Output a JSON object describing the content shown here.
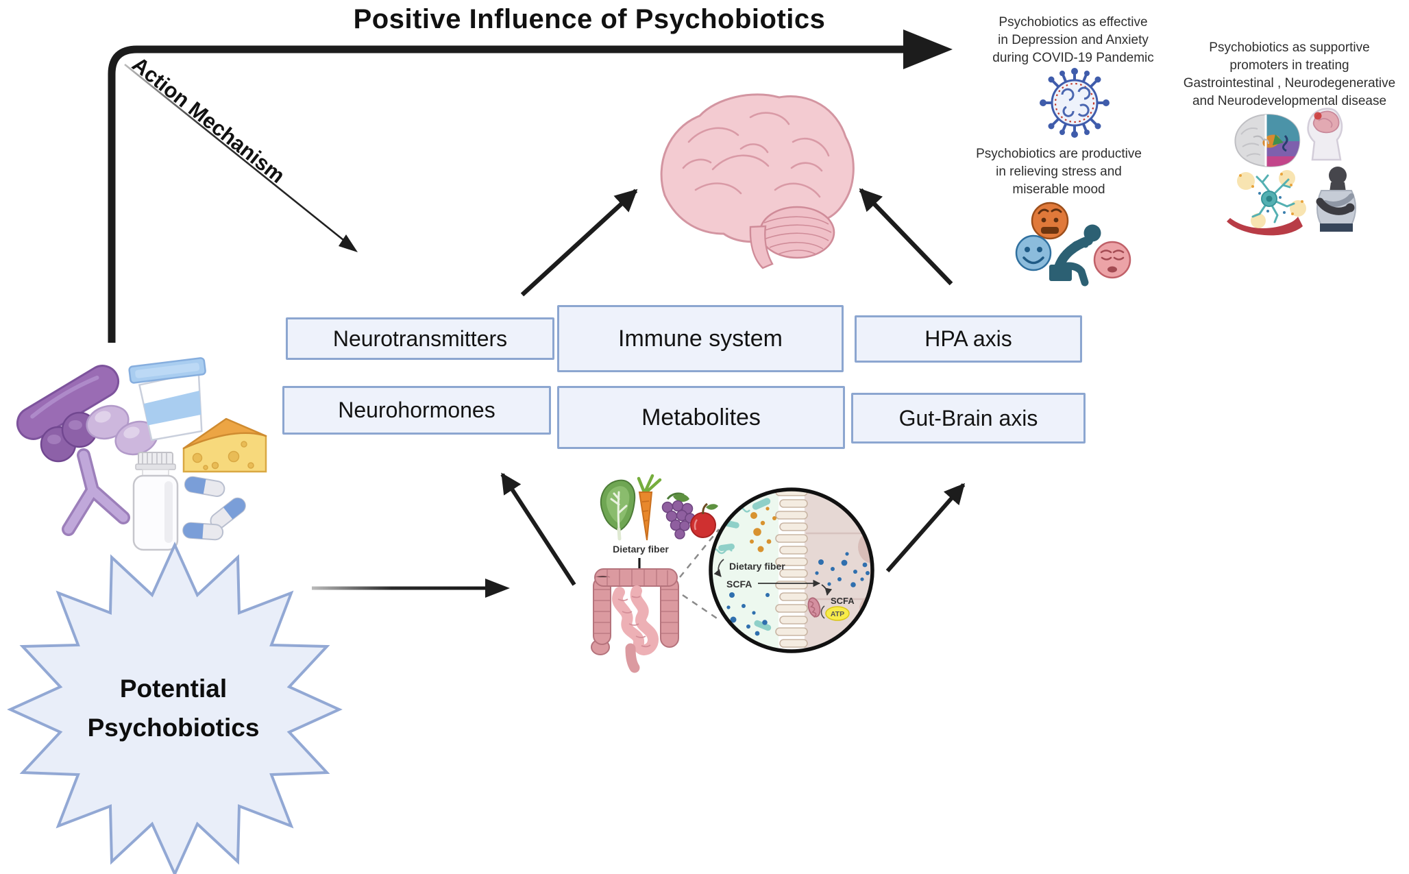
{
  "title": "Positive Influence of Psychobiotics",
  "action_mechanism": "Action Mechanism",
  "boxes": {
    "neurotransmitters": "Neurotransmitters",
    "immune_system": "Immune system",
    "hpa_axis": "HPA axis",
    "neurohormones": "Neurohormones",
    "metabolites": "Metabolites",
    "gut_brain_axis": "Gut-Brain axis"
  },
  "starburst": {
    "label": "Potential\nPsychobiotics",
    "fill": "#e9eef9",
    "border": "#92a8d4"
  },
  "outcomes": {
    "covid": "Psychobiotics as effective\nin Depression and Anxiety\nduring COVID-19 Pandemic",
    "stress": "Psychobiotics are productive\nin relieving stress and\nmiserable mood",
    "disease": "Psychobiotics as supportive\npromoters in treating\nGastrointestinal , Neurodegenerative\nand Neurodevelopmental disease"
  },
  "gut_figure": {
    "dietary_fiber_caption": "Dietary fiber",
    "inset": {
      "dietary_fiber": "Dietary fiber",
      "scfa_lumen": "SCFA",
      "scfa_cell": "SCFA",
      "atp": "ATP"
    }
  },
  "colors": {
    "box_fill": "#eef2fb",
    "box_border": "#8ca6d0",
    "arrow_black": "#1c1c1c",
    "brain_pink": "#f3cbd1",
    "bacteria_purple": "#9a6cb4",
    "virus_blue": "#3f5cab",
    "atp_yellow": "#f8ec4a",
    "lumen_mint": "#edf8ef",
    "tissue_pink": "#e6d8d4"
  }
}
